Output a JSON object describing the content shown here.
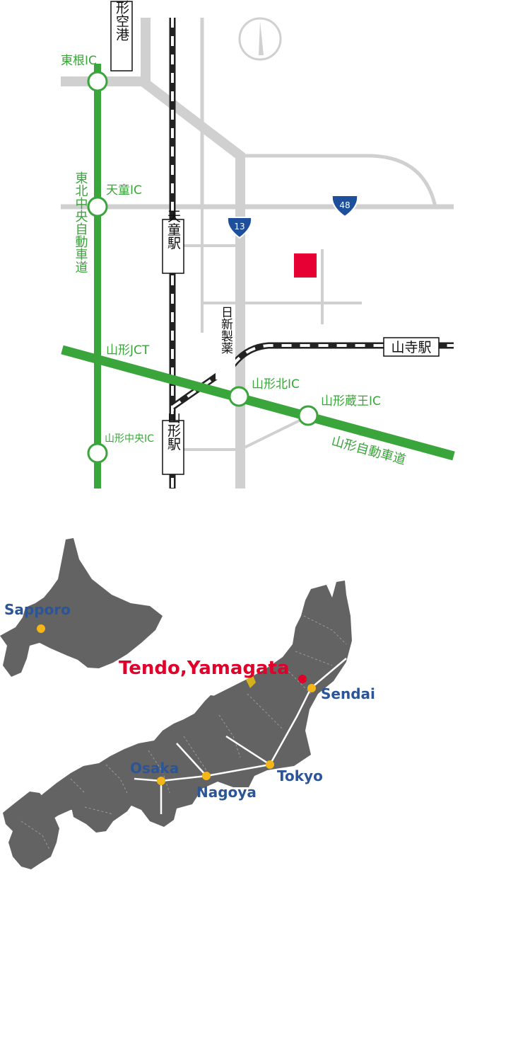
{
  "local_map": {
    "airport": "山形空港",
    "tendo_station": "天童駅",
    "yamagata_station": "山形駅",
    "yamadera_station": "山寺駅",
    "nisshin_seiyaku": "日新製薬",
    "higashine_ic": "東根IC",
    "tendo_ic": "天童IC",
    "yamagata_jct": "山形JCT",
    "yamagata_chuo_ic": "山形中央IC",
    "yamagata_kita_ic": "山形北IC",
    "yamagata_zao_ic": "山形蔵王IC",
    "tohoku_expressway": "東北中央自動車道",
    "yamagata_expressway": "山形自動車道",
    "route_13": "13",
    "route_48": "48",
    "colors": {
      "expressway": "#3aa53a",
      "road": "#d0d0d0",
      "marker": "#e60033",
      "shield": "#1e4f9c"
    }
  },
  "japan_map": {
    "highlight": "Tendo,Yamagata",
    "cities": {
      "sapporo": "Sapporo",
      "sendai": "Sendai",
      "tokyo": "Tokyo",
      "nagoya": "Nagoya",
      "osaka": "Osaka"
    },
    "colors": {
      "land": "#636363",
      "city_dot": "#f5b617",
      "highlight": "#e0002a",
      "city_label": "#2b5597"
    }
  }
}
